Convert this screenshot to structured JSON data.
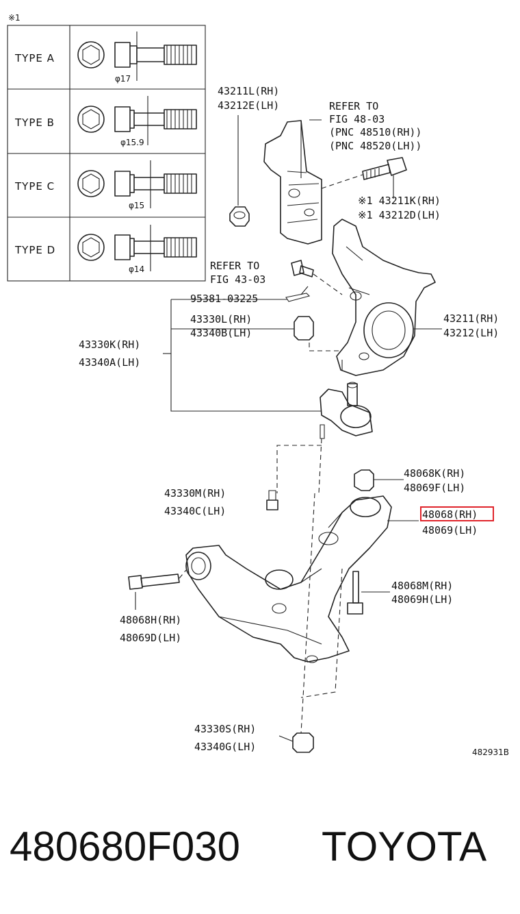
{
  "note_mark": "※1",
  "types": [
    {
      "label": "TYPE  A",
      "dia": "φ17"
    },
    {
      "label": "TYPE  B",
      "dia": "φ15.9"
    },
    {
      "label": "TYPE  C",
      "dia": "φ15"
    },
    {
      "label": "TYPE  D",
      "dia": "φ14"
    }
  ],
  "labels": {
    "p43211L": "43211L(RH)",
    "p43212E": "43212E(LH)",
    "refer48_1": "REFER TO",
    "refer48_2": "FIG 48-03",
    "refer48_3": "(PNC 48510(RH))",
    "refer48_4": "(PNC 48520(LH))",
    "p43211K": "※1 43211K(RH)",
    "p43212D": "※1 43212D(LH)",
    "refer43_1": "REFER TO",
    "refer43_2": "FIG 43-03",
    "p95381": "95381-03225",
    "p43330L": "43330L(RH)",
    "p43340B": "43340B(LH)",
    "p43330K": "43330K(RH)",
    "p43340A": "43340A(LH)",
    "p43211": "43211(RH)",
    "p43212": "43212(LH)",
    "p48068K": "48068K(RH)",
    "p48069F": "48069F(LH)",
    "p43330M": "43330M(RH)",
    "p43340C": "43340C(LH)",
    "p48068": "48068(RH)",
    "p48069": "48069(LH)",
    "p48068M": "48068M(RH)",
    "p48069H": "48069H(LH)",
    "p48068H": "48068H(RH)",
    "p48069D": "48069D(LH)",
    "p43330S": "43330S(RH)",
    "p43340G": "43340G(LH)",
    "figno": "482931B"
  },
  "footer": {
    "part_number": "480680F030",
    "brand": "TOYOTA"
  },
  "colors": {
    "highlight": "#e0232a",
    "line": "#222222"
  }
}
